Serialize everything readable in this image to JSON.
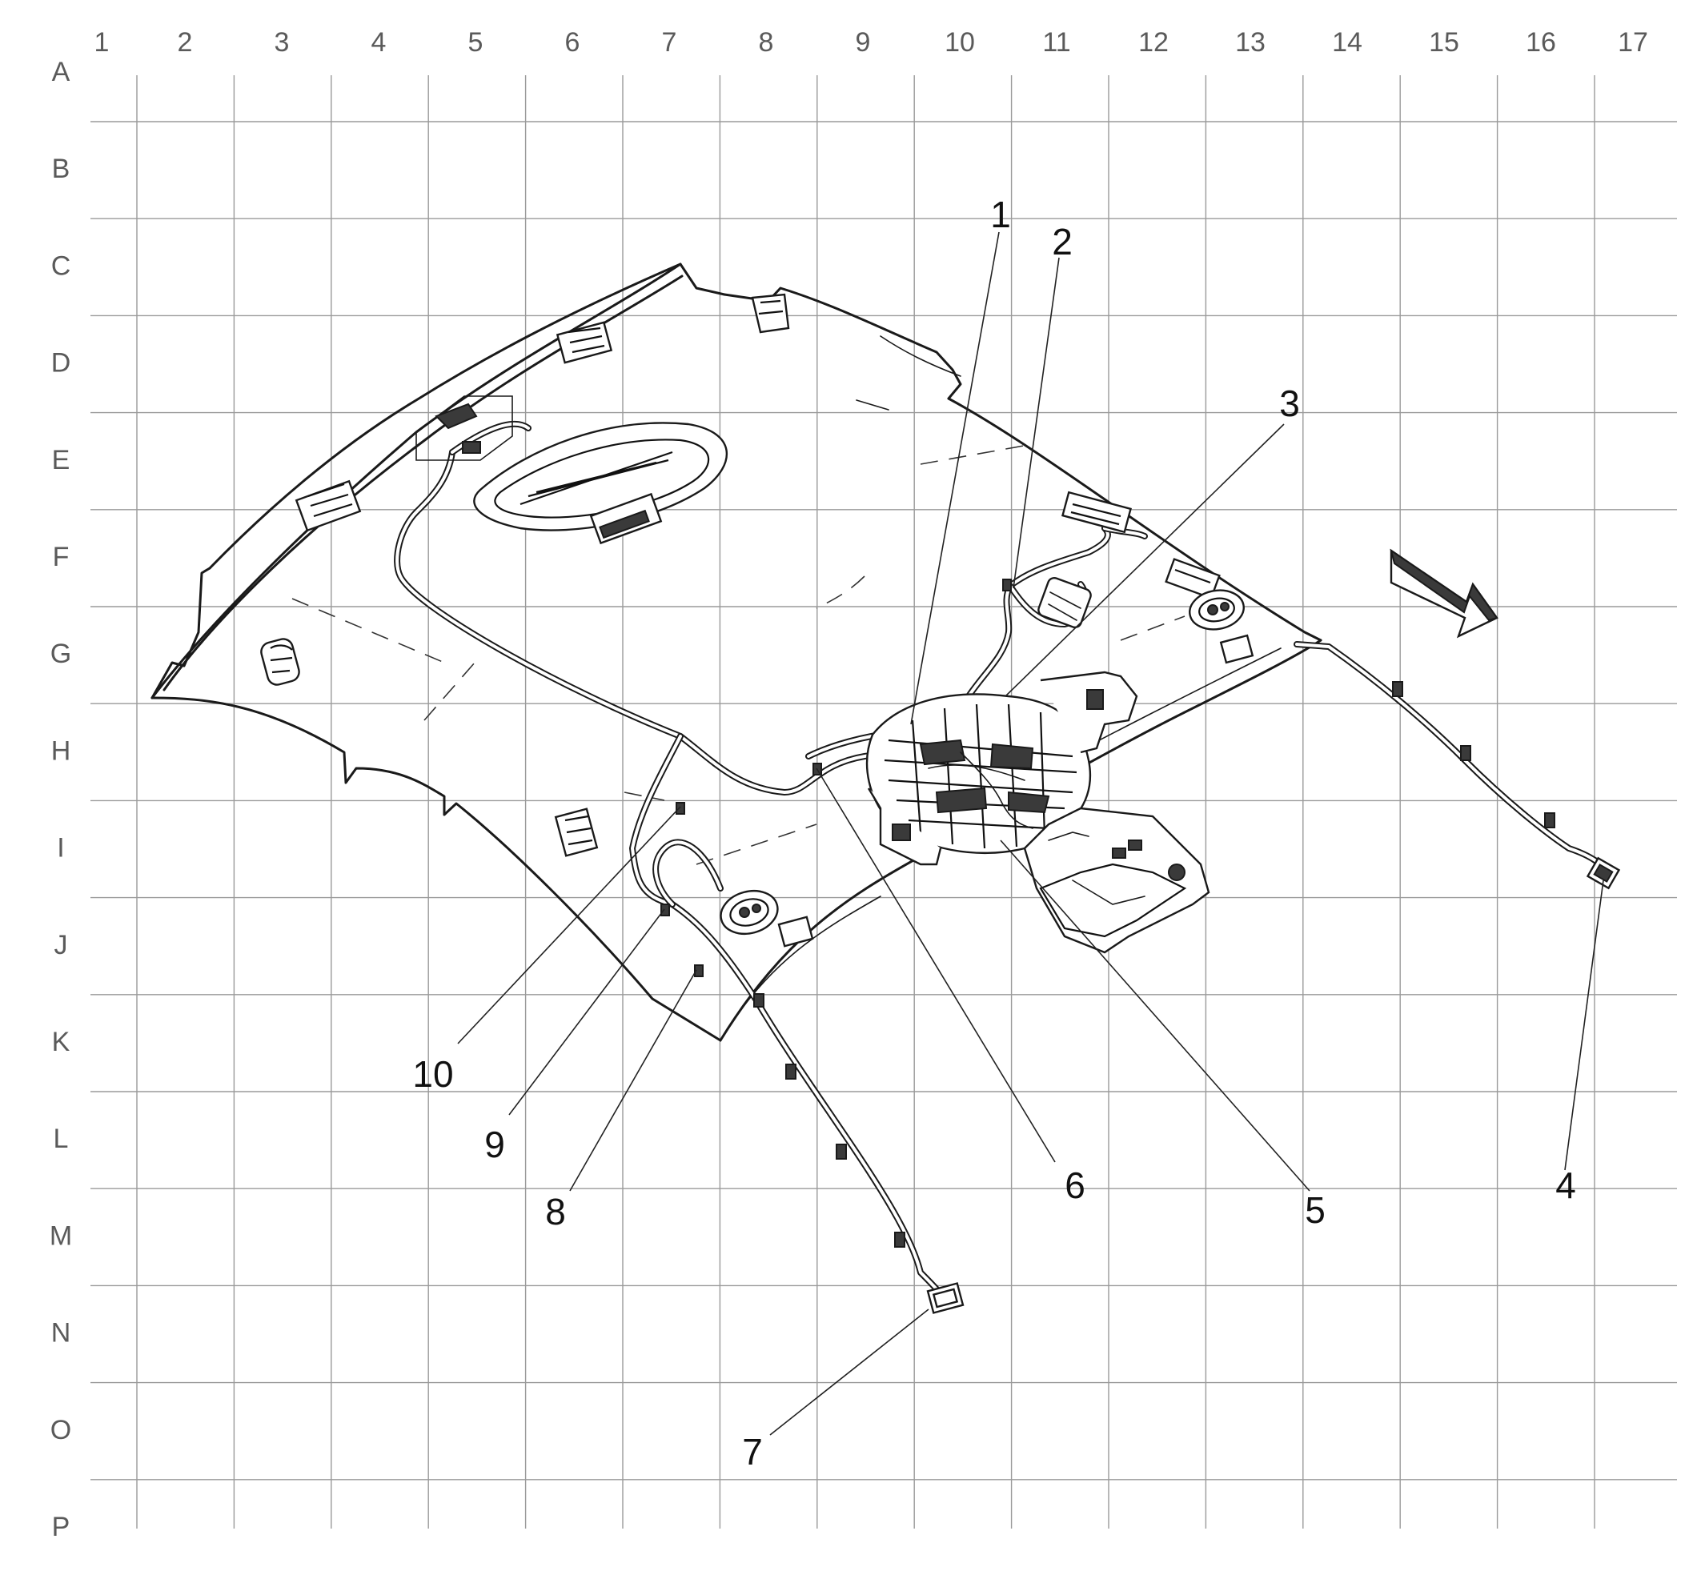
{
  "grid": {
    "columns": [
      "1",
      "2",
      "3",
      "4",
      "5",
      "6",
      "7",
      "8",
      "9",
      "10",
      "11",
      "12",
      "13",
      "14",
      "15",
      "16",
      "17"
    ],
    "rows": [
      "A",
      "B",
      "C",
      "D",
      "E",
      "F",
      "G",
      "H",
      "I",
      "J",
      "K",
      "L",
      "M",
      "N",
      "O",
      "P"
    ]
  },
  "callouts": [
    "1",
    "2",
    "3",
    "4",
    "5",
    "6",
    "7",
    "8",
    "9",
    "10"
  ],
  "arrow": {
    "icon": "direction-arrow-icon"
  },
  "colors": {
    "line": "#1a1a1a",
    "grid": "#9a9a9a",
    "label": "#5a5a5a",
    "background": "#ffffff"
  }
}
